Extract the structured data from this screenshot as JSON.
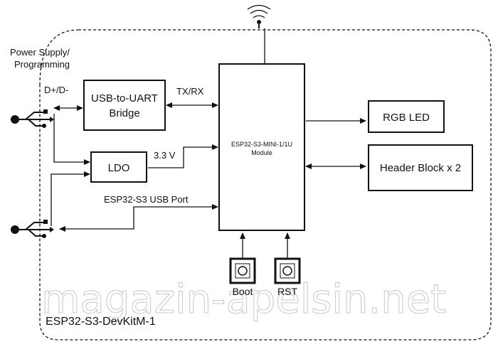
{
  "diagram": {
    "board_name": "ESP32-S3-DevKitM-1",
    "power_label_line1": "Power Supply/",
    "power_label_line2": "Programming",
    "signals": {
      "dplus_dminus": "D+/D-",
      "txrx": "TX/RX",
      "v33": "3.3 V",
      "usb_port": "ESP32-S3 USB Port"
    },
    "blocks": {
      "usb_uart_line1": "USB-to-UART",
      "usb_uart_line2": "Bridge",
      "ldo": "LDO",
      "module_line1": "ESP32-S3-MINI-1/1U",
      "module_line2": "Module",
      "rgb_led": "RGB LED",
      "header_block": "Header Block x 2"
    },
    "buttons": {
      "boot": "Boot",
      "rst": "RST"
    },
    "watermark": "magazin-apelsin.net"
  }
}
